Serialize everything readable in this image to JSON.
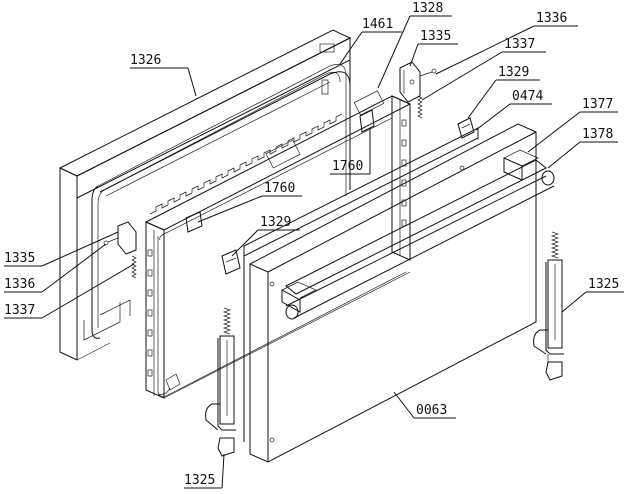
{
  "labels": {
    "p1326": "1326",
    "p1461": "1461",
    "p1328": "1328",
    "p1336_top": "1336",
    "p1335_top": "1335",
    "p1337_top": "1337",
    "p1329_top": "1329",
    "p0474": "0474",
    "p1377": "1377",
    "p1378": "1378",
    "p1760_mid": "1760",
    "p1760_left": "1760",
    "p1329_mid": "1329",
    "p1335_left": "1335",
    "p1336_left": "1336",
    "p1337_left": "1337",
    "p1325_right": "1325",
    "p0063": "0063",
    "p1325_bottom": "1325"
  }
}
